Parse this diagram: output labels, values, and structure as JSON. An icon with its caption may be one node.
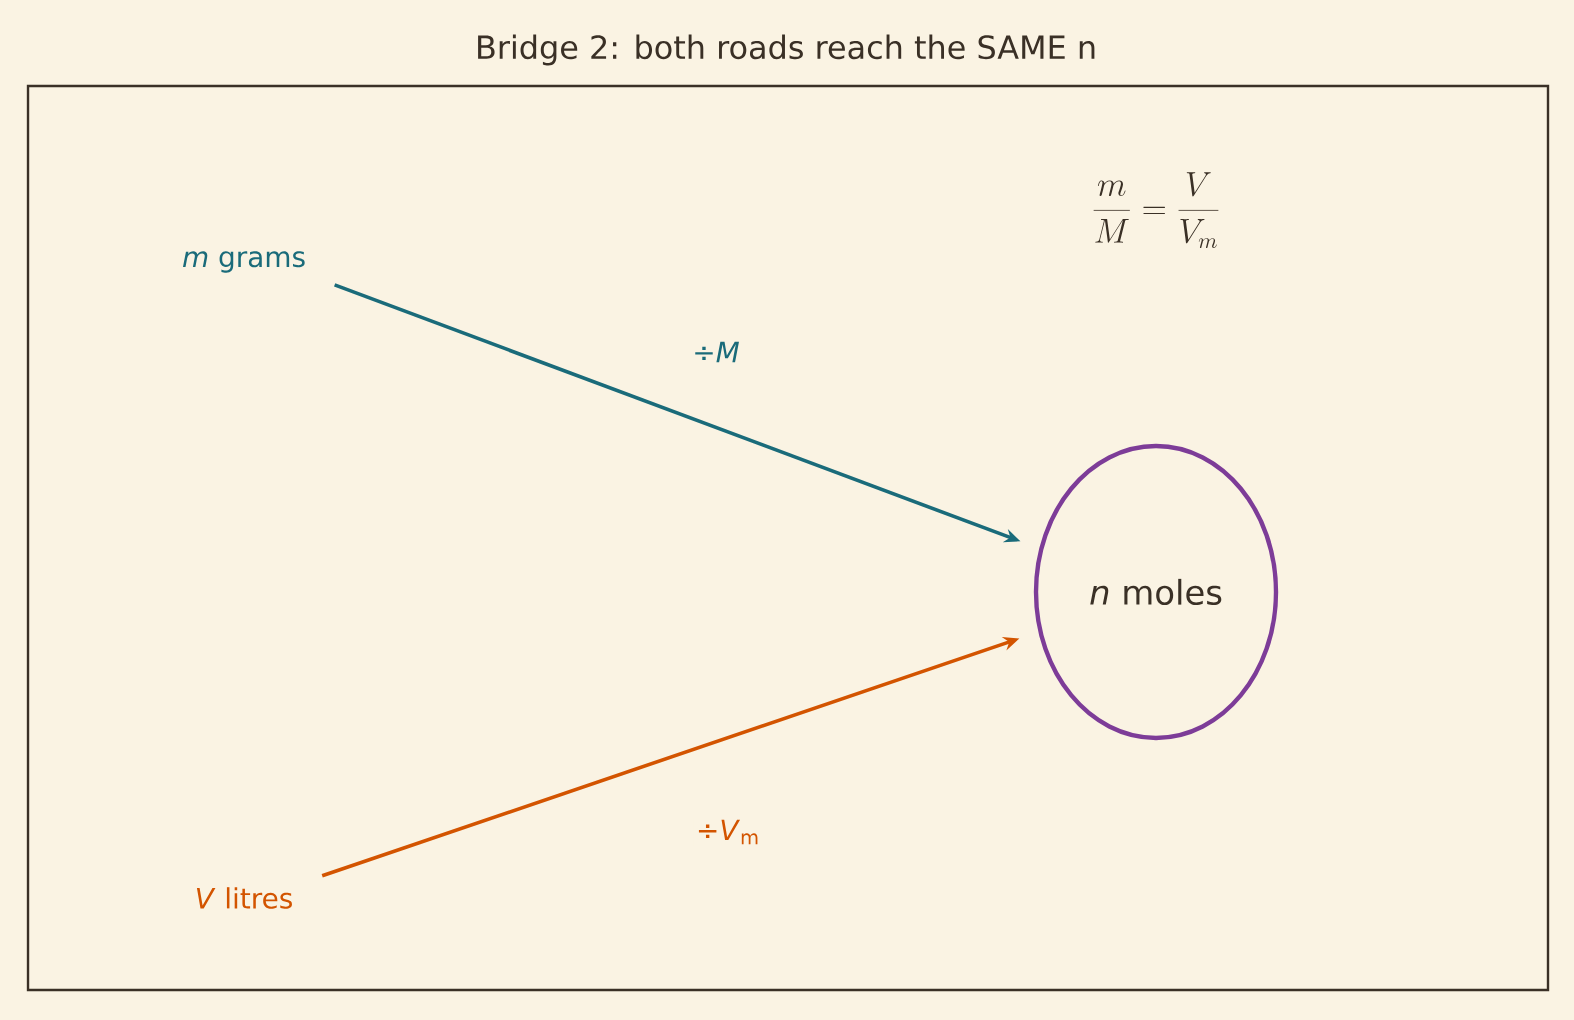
{
  "diagram": {
    "title": "Bridge 2: both roads reach the SAME n",
    "nodes": [
      {
        "text": [
          "*m* grams"
        ]
      },
      {
        "text": [
          "*V* litres"
        ]
      },
      {
        "text": [
          "*n* moles"
        ]
      }
    ],
    "edges": [
      {
        "from": 0,
        "to": 2,
        "arrow": "to",
        "label": "÷*M*",
        "color": "#1a6b7a"
      },
      {
        "from": 1,
        "to": 2,
        "arrow": "to",
        "label": "÷*V*$_{m}$",
        "color": "#d35400"
      }
    ],
    "labels": [
      "\\frac{m}{M} = \\frac{V}{V_m}"
    ]
  }
}
